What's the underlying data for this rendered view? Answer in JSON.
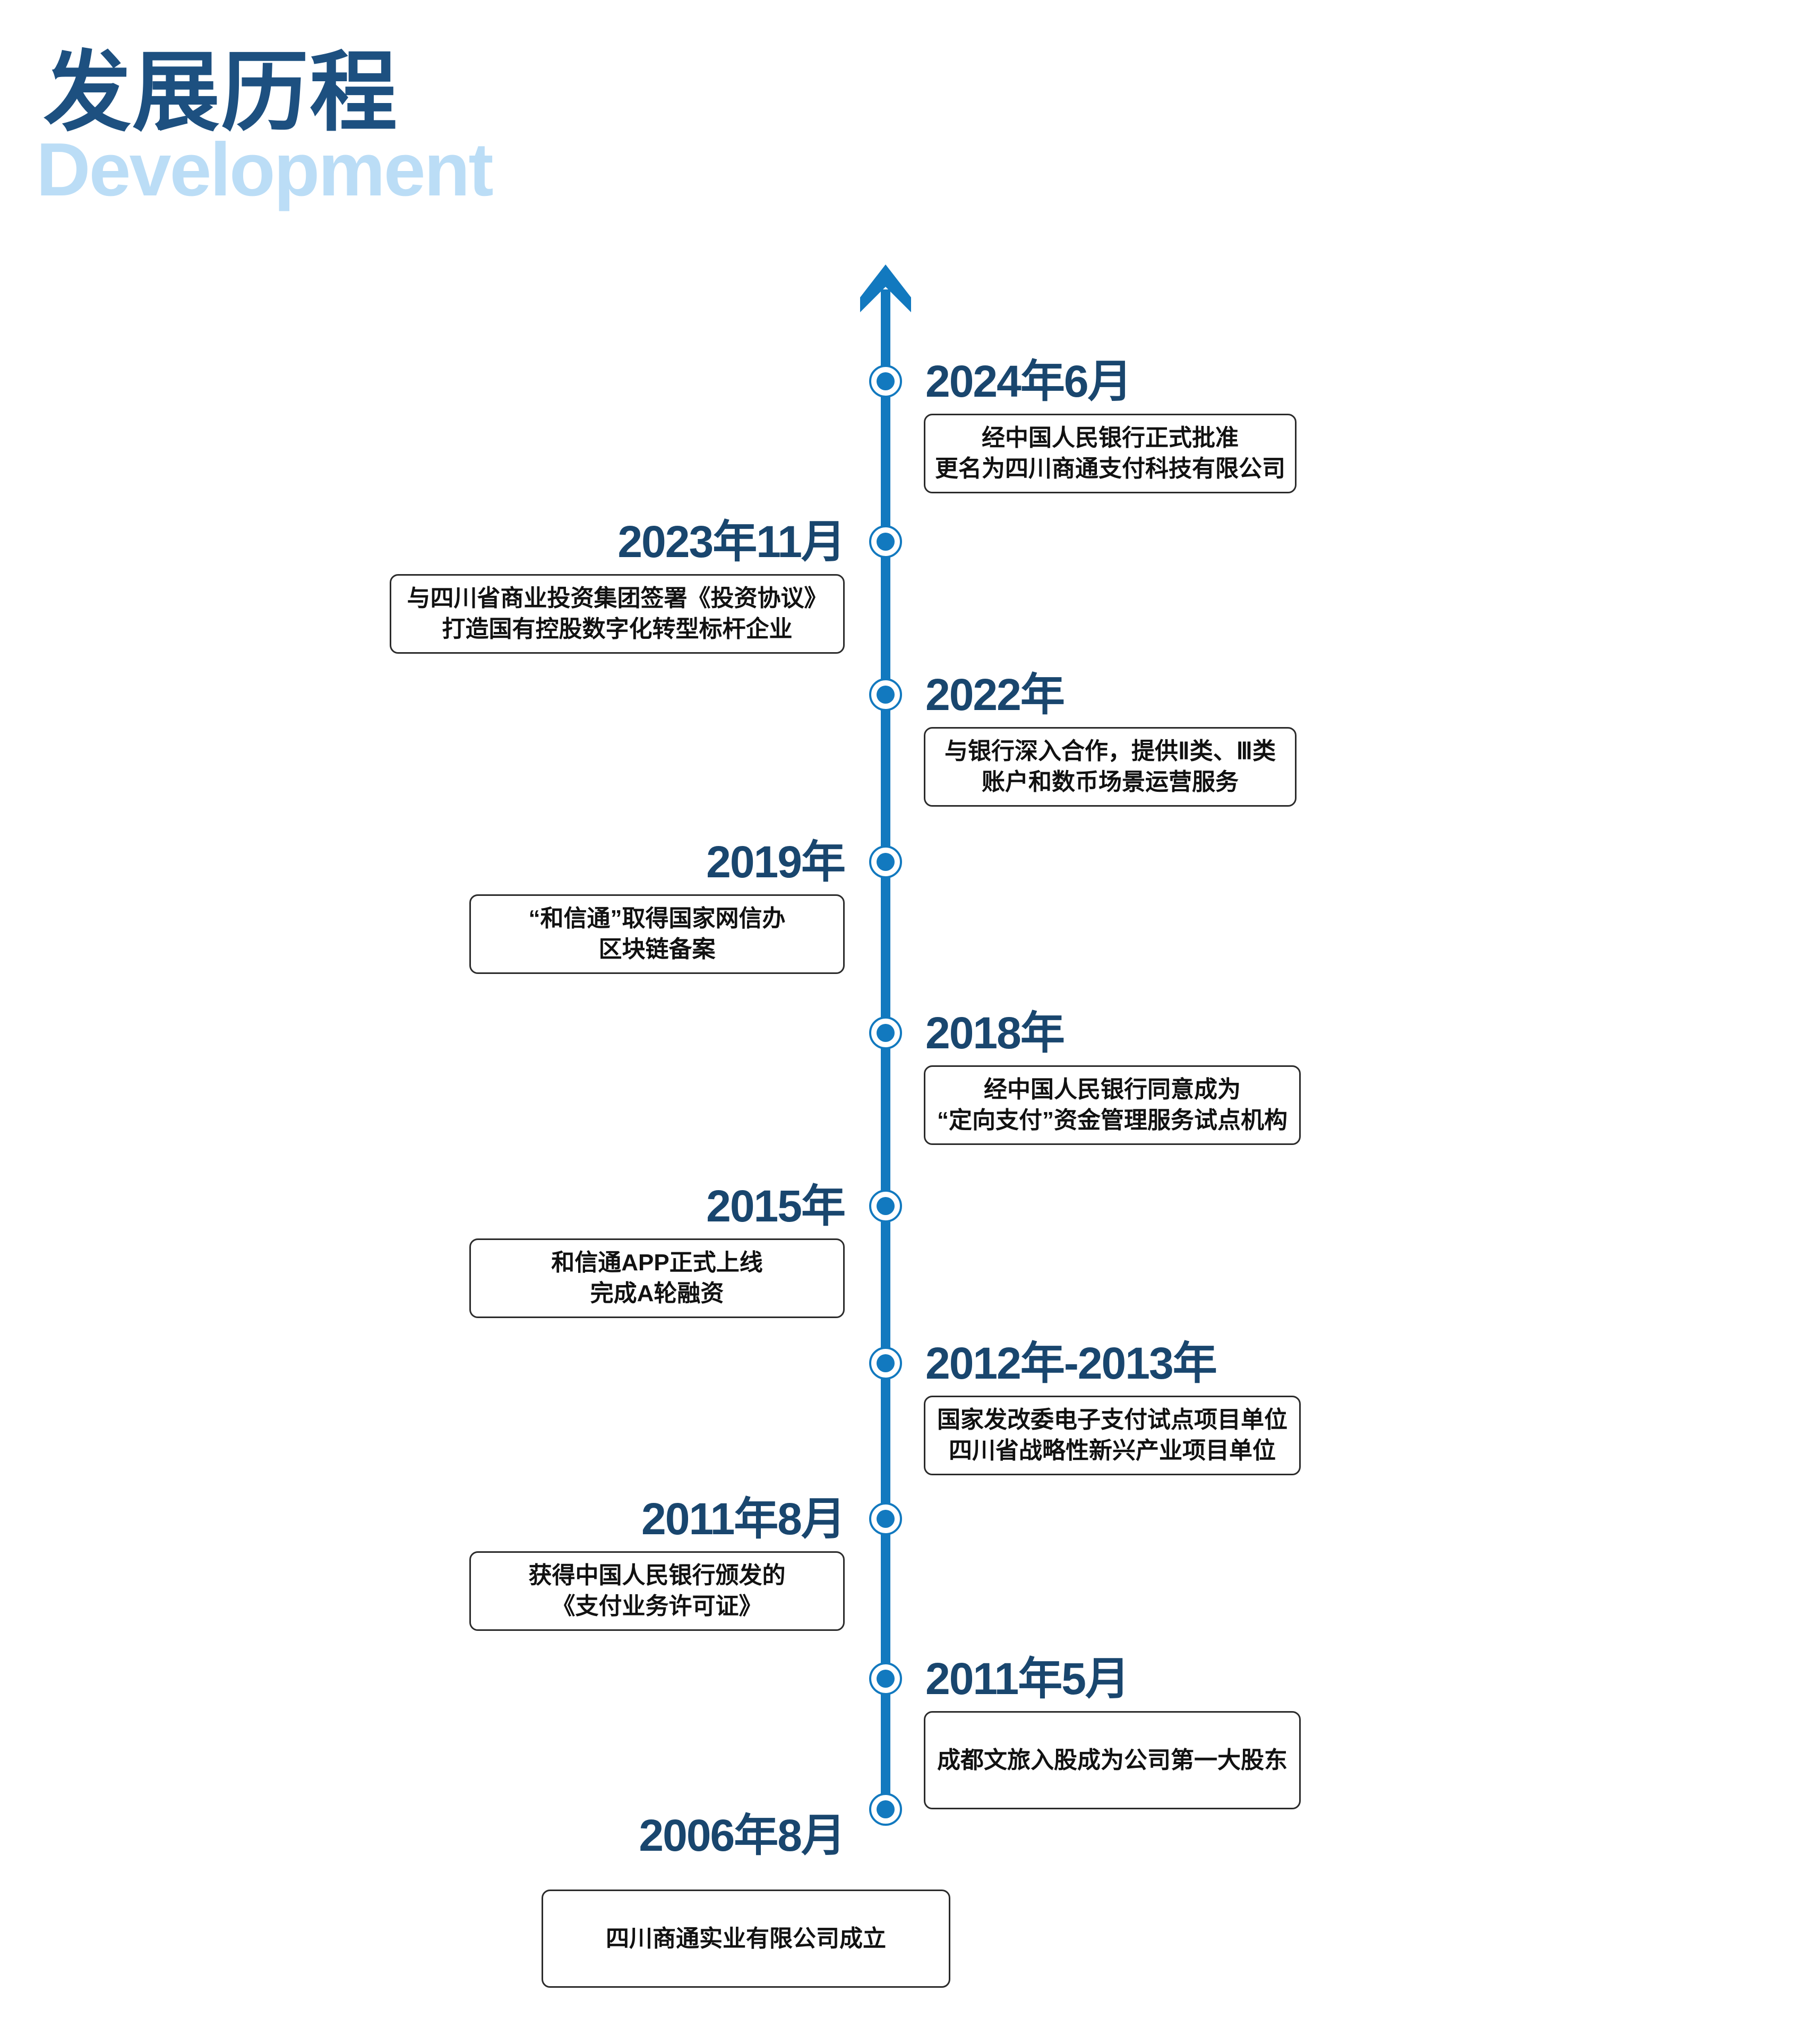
{
  "header": {
    "title_cn": "发展历程",
    "title_en": "Development"
  },
  "colors": {
    "accent_blue": "#1279BF",
    "title_navy": "#1D5080",
    "date_navy": "#19466E",
    "light_blue": "#BBDDF6",
    "box_border": "#2B2B2B",
    "box_text": "#111111"
  },
  "timeline": {
    "direction": "bottom-to-top",
    "entries": [
      {
        "date": "2024年6月",
        "side": "right",
        "lines": [
          "经中国人民银行正式批准",
          "更名为四川商通支付科技有限公司"
        ]
      },
      {
        "date": "2023年11月",
        "side": "left",
        "lines": [
          "与四川省商业投资集团签署《投资协议》",
          "打造国有控股数字化转型标杆企业"
        ]
      },
      {
        "date": "2022年",
        "side": "right",
        "lines": [
          "与银行深入合作，提供Ⅱ类、Ⅲ类",
          "账户和数币场景运营服务"
        ]
      },
      {
        "date": "2019年",
        "side": "left",
        "lines": [
          "“和信通”取得国家网信办",
          "区块链备案"
        ]
      },
      {
        "date": "2018年",
        "side": "right",
        "lines": [
          "经中国人民银行同意成为",
          "“定向支付”资金管理服务试点机构"
        ]
      },
      {
        "date": "2015年",
        "side": "left",
        "lines": [
          "和信通APP正式上线",
          "完成A轮融资"
        ]
      },
      {
        "date": "2012年-2013年",
        "side": "right",
        "lines": [
          "国家发改委电子支付试点项目单位",
          "四川省战略性新兴产业项目单位"
        ]
      },
      {
        "date": "2011年8月",
        "side": "left",
        "lines": [
          "获得中国人民银行颁发的",
          "《支付业务许可证》"
        ]
      },
      {
        "date": "2011年5月",
        "side": "right",
        "lines": [
          "成都文旅入股成为公司第一大股东"
        ]
      },
      {
        "date": "2006年8月",
        "side": "left",
        "lines": [
          "四川商通实业有限公司成立"
        ]
      }
    ]
  }
}
